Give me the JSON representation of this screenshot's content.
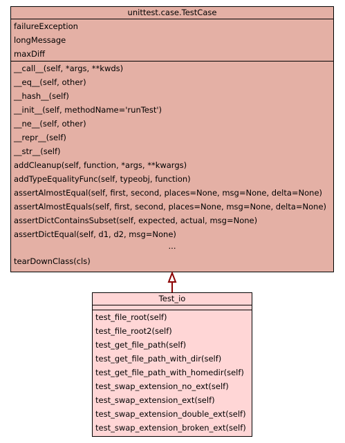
{
  "base_class": {
    "name": "unittest.case.TestCase",
    "attributes": [
      "failureException",
      "longMessage",
      "maxDiff"
    ],
    "methods": [
      "__call__(self, *args, **kwds)",
      "__eq__(self, other)",
      "__hash__(self)",
      "__init__(self, methodName='runTest')",
      "__ne__(self, other)",
      "__repr__(self)",
      "__str__(self)",
      "addCleanup(self, function, *args, **kwargs)",
      "addTypeEqualityFunc(self, typeobj, function)",
      "assertAlmostEqual(self, first, second, places=None, msg=None, delta=None)",
      "assertAlmostEquals(self, first, second, places=None, msg=None, delta=None)",
      "assertDictContainsSubset(self, expected, actual, msg=None)",
      "assertDictEqual(self, d1, d2, msg=None)"
    ],
    "ellipsis": "...",
    "last_method": "tearDownClass(cls)"
  },
  "derived_class": {
    "name": "Test_io",
    "methods": [
      "test_file_root(self)",
      "test_file_root2(self)",
      "test_get_file_path(self)",
      "test_get_file_path_with_dir(self)",
      "test_get_file_path_with_homedir(self)",
      "test_swap_extension_no_ext(self)",
      "test_swap_extension_ext(self)",
      "test_swap_extension_double_ext(self)",
      "test_swap_extension_broken_ext(self)"
    ]
  },
  "colors": {
    "base_fill": "#e4b0a5",
    "derived_fill": "#ffd6d6",
    "inheritance_arrow": "#8b0000"
  }
}
